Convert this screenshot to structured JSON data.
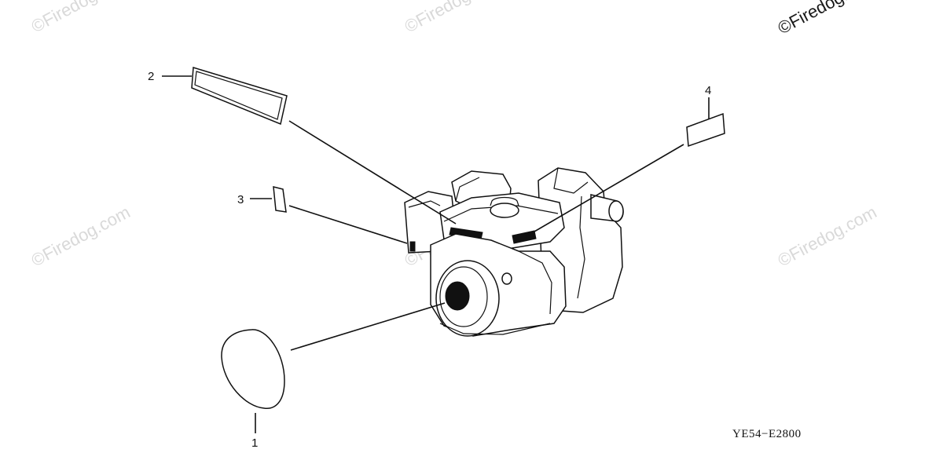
{
  "watermarks": {
    "tl": "©Firedog.com",
    "tc": "©Firedog.com",
    "tr": "©Firedog.com",
    "ml": "©Firedog.com",
    "mc": "©Firedog.com",
    "mr": "©Firedog.com"
  },
  "callouts": {
    "c1": "1",
    "c2": "2",
    "c3": "3",
    "c4": "4"
  },
  "diagram_code": "YE54−E2800"
}
